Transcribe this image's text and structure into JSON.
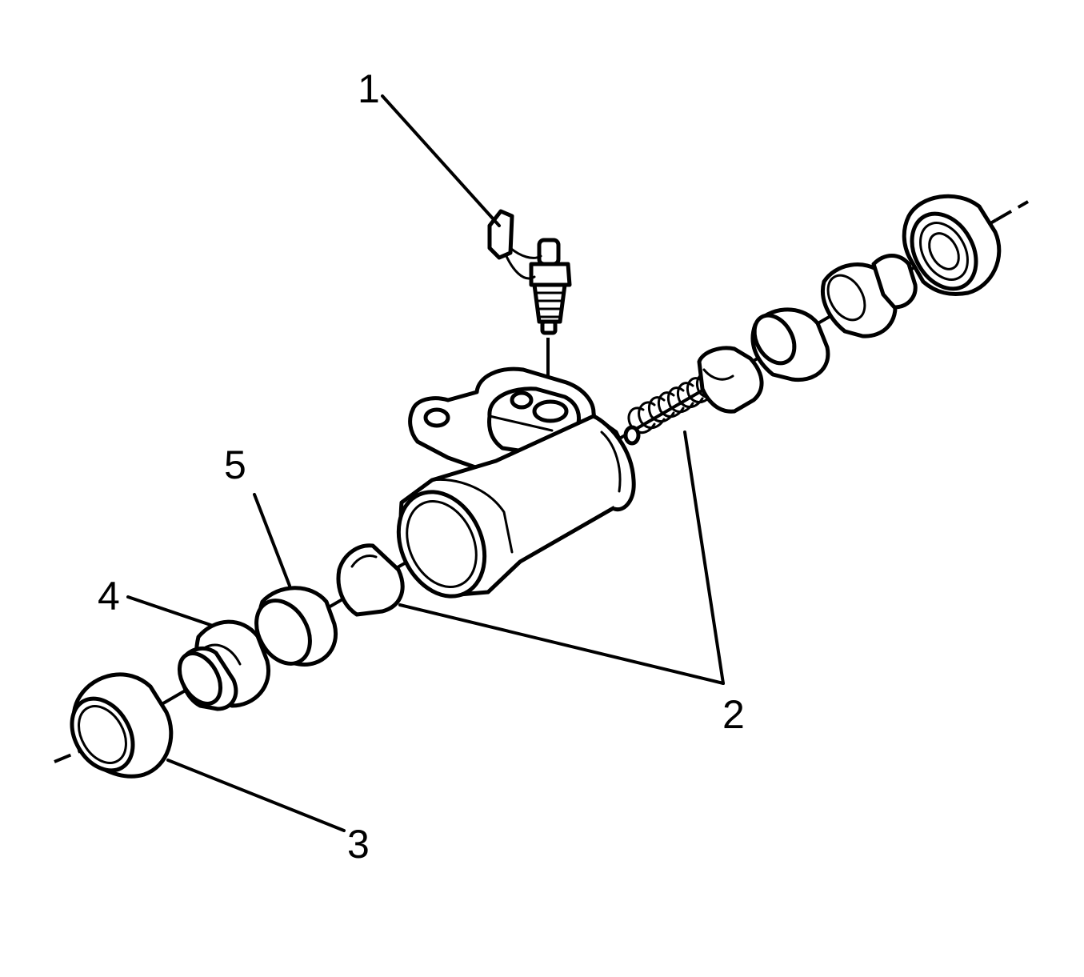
{
  "diagram": {
    "callouts": [
      {
        "id": "1",
        "text": "1"
      },
      {
        "id": "2",
        "text": "2"
      },
      {
        "id": "3",
        "text": "3"
      },
      {
        "id": "4",
        "text": "4"
      },
      {
        "id": "5",
        "text": "5"
      }
    ],
    "colors": {
      "line": "#000000",
      "background": "#ffffff"
    }
  }
}
